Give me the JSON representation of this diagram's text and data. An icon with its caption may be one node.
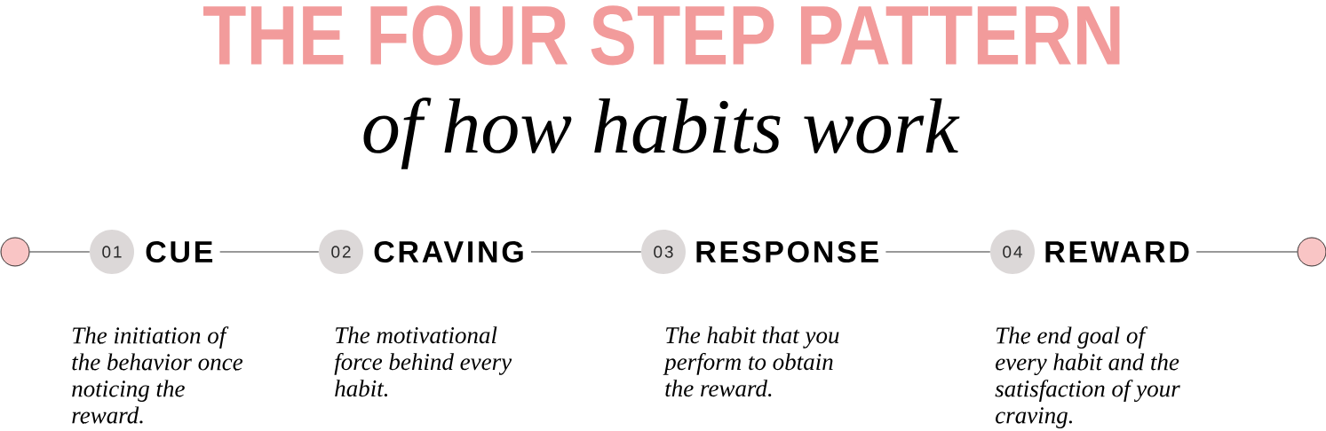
{
  "diagram": {
    "title": "THE FOUR STEP PATTERN",
    "nodes": [
      {
        "text": [],
        "shape": "circle"
      },
      {
        "text": [
          "01"
        ]
      },
      {
        "text": [
          "CUE"
        ],
        "beside": [
          "The initiation of the behavior once noticing the reward."
        ]
      },
      {
        "text": [
          "02"
        ]
      },
      {
        "text": [
          "CRAVING"
        ],
        "beside": [
          "The motivational force behind every habit."
        ]
      },
      {
        "text": [
          "03"
        ]
      },
      {
        "text": [
          "RESPONSE"
        ],
        "beside": [
          "The habit that you perform to obtain the reward."
        ]
      },
      {
        "text": [
          "04"
        ]
      },
      {
        "text": [
          "REWARD"
        ],
        "beside": [
          "The end goal of every habit and the satisfaction of your craving."
        ]
      },
      {
        "text": [],
        "shape": "circle"
      }
    ],
    "edges": [
      {
        "from": 0,
        "to": 1,
        "arrow": "none"
      },
      {
        "from": 2,
        "to": 3,
        "arrow": "none"
      },
      {
        "from": 4,
        "to": 5,
        "arrow": "none"
      },
      {
        "from": 6,
        "to": 7,
        "arrow": "none"
      },
      {
        "from": 8,
        "to": 9,
        "arrow": "none"
      }
    ],
    "labels": [
      "of how habits work"
    ]
  }
}
